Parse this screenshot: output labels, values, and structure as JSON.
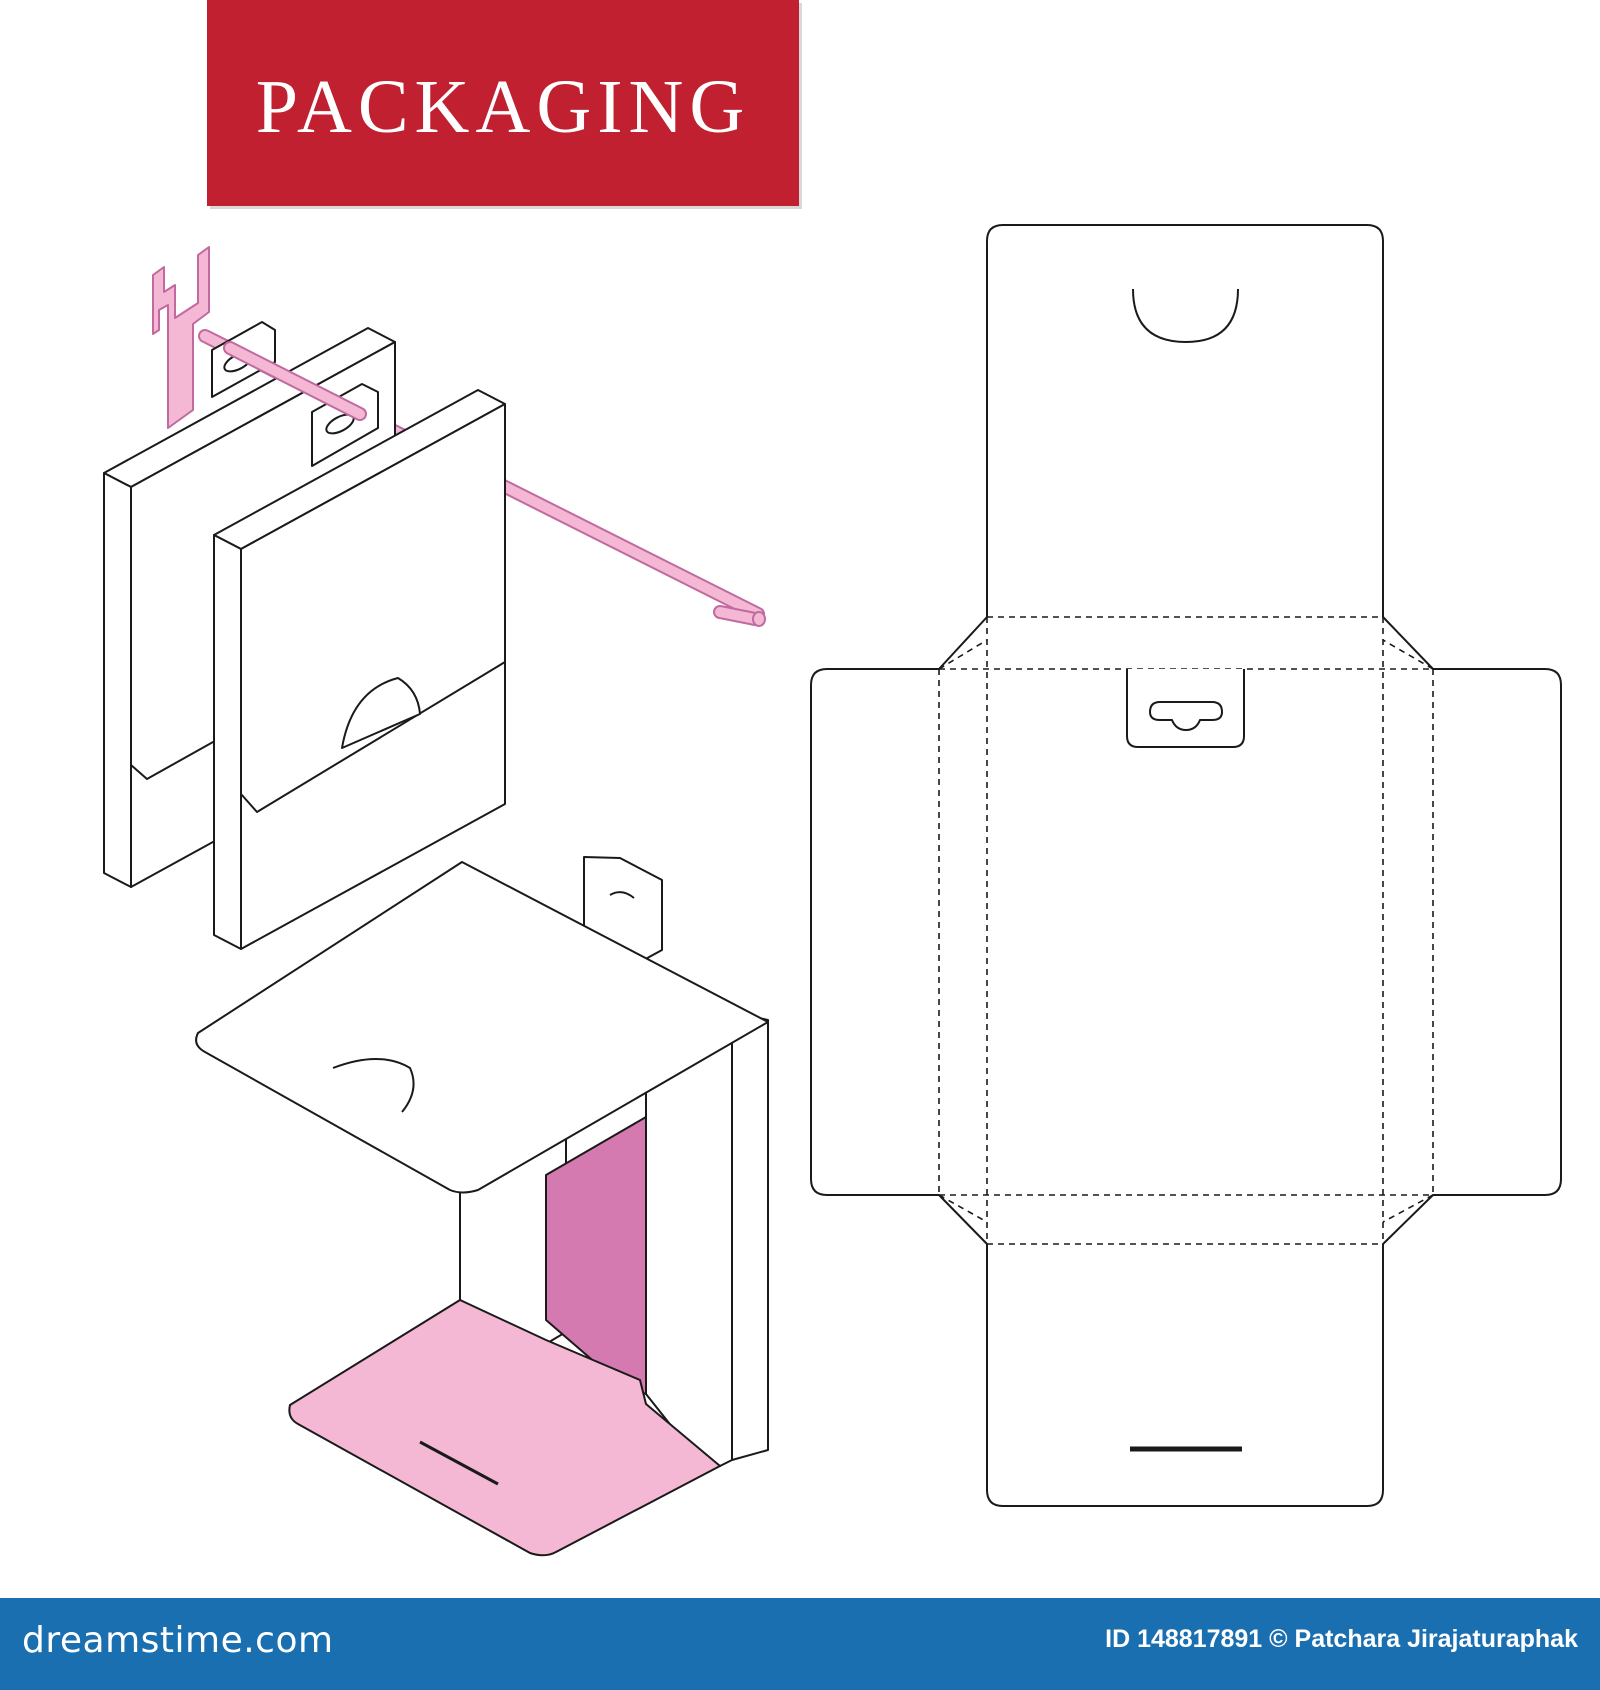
{
  "banner": {
    "title": "PACKAGING"
  },
  "footer": {
    "brand": "dreamstime.com",
    "credit": "ID 148817891 © Patchara Jirajaturaphak"
  },
  "colors": {
    "banner_red": "#c0202f",
    "pink_light": "#f4b8d4",
    "pink_mid": "#d57ab0",
    "footer_blue": "#1a6fb0",
    "outline": "#1a1a1a"
  }
}
